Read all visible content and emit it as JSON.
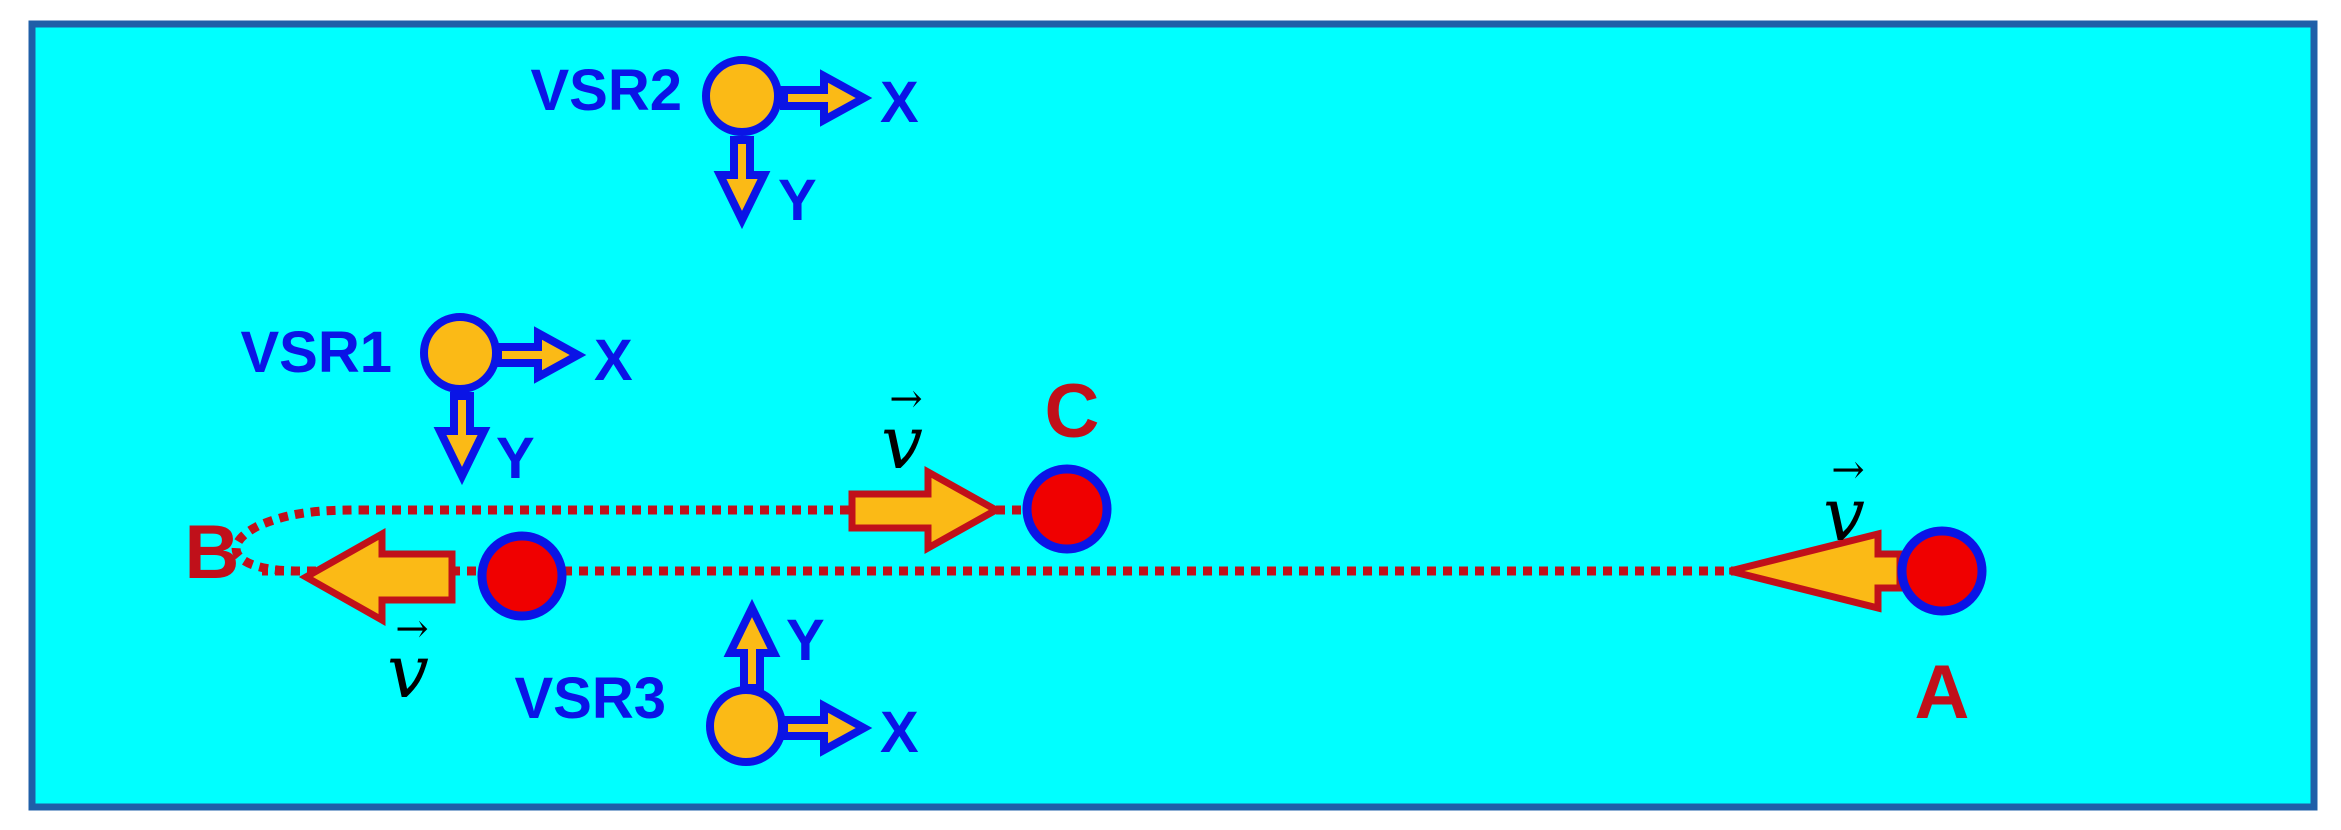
{
  "colors": {
    "background": "#00FFFF",
    "border": "#1F5FA8",
    "frame_blue": "#0A14E6",
    "frame_fill": "#FBBA16",
    "ball_red": "#F00000",
    "path_red": "#C0101A",
    "label_red": "#C0101A",
    "label_blue": "#0A14E6"
  },
  "frames": [
    {
      "name": "VSR2",
      "x_label": "X",
      "y_label": "Y",
      "y_direction": "down"
    },
    {
      "name": "VSR1",
      "x_label": "X",
      "y_label": "Y",
      "y_direction": "down"
    },
    {
      "name": "VSR3",
      "x_label": "X",
      "y_label": "Y",
      "y_direction": "up"
    }
  ],
  "points": {
    "A": "A",
    "B": "B",
    "C": "C"
  },
  "velocity_symbol": "v",
  "velocity_arrow": "→"
}
